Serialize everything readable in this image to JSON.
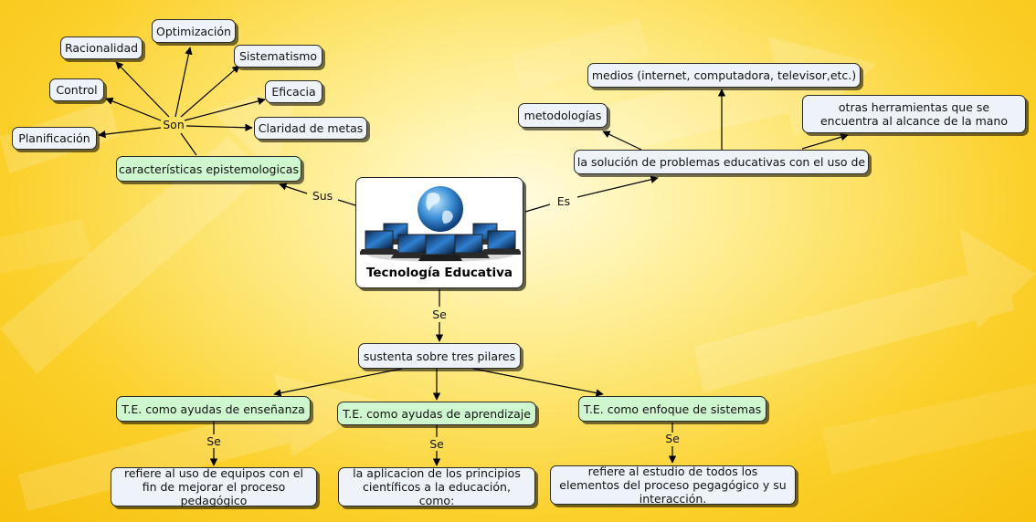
{
  "central": {
    "title": "Tecnología Educativa",
    "image": "globe-with-laptops-icon"
  },
  "nodes": {
    "racionalidad": "Racionalidad",
    "optimizacion": "Optimización",
    "sistematismo": "Sistematismo",
    "control": "Control",
    "eficacia": "Eficacia",
    "planificacion": "Planificación",
    "claridad": "Claridad de metas",
    "caracteristicas": "características epistemologicas",
    "medios": "medios (internet, computadora, televisor,etc.)",
    "metodologias": "metodologías",
    "otras": "otras herramientas que se encuentra al alcance de la mano",
    "solucion": "la solución de problemas educativas con el uso de",
    "sustenta": "sustenta sobre tres pilares",
    "ensenanza": "T.E. como ayudas de enseñanza",
    "aprendizaje": "T.E. como ayudas de aprendizaje",
    "sistemas": "T.E. como enfoque de sistemas",
    "refiere_equipos": "refiere al uso de equipos con el fin de mejorar el proceso pedagógico",
    "aplicacion": "la aplicacion de los principios científicos a la educación, como:",
    "refiere_estudio": "refiere al estudio de todos los elementos del proceso pegagógico y su interacción."
  },
  "links": {
    "son": "Son",
    "sus": "Sus",
    "es": "Es",
    "se_main": "Se",
    "se_left": "Se",
    "se_mid": "Se",
    "se_right": "Se"
  },
  "colors": {
    "node_fill": "#eef3f9",
    "node_green": "#cff7cf",
    "line": "#000000",
    "background": "#fbd02a"
  }
}
